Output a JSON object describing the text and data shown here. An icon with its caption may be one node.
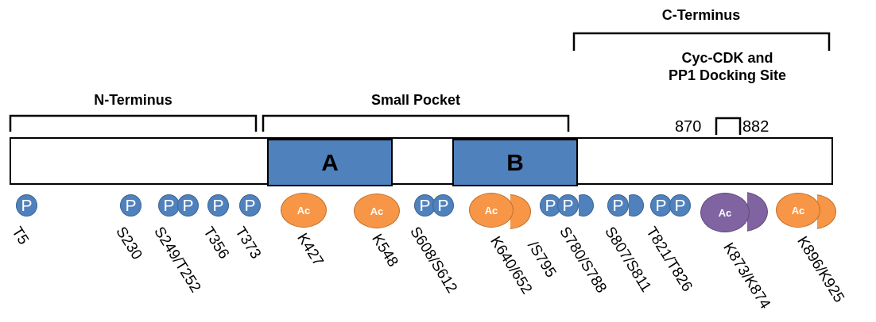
{
  "diagram": {
    "nodes": [
      {
        "text": [],
        "shape": "bar"
      },
      {
        "text": [
          "A"
        ],
        "in": 0
      },
      {
        "text": [
          "B"
        ],
        "in": 0
      },
      {
        "text": [
          "P"
        ],
        "beside": [
          "T5"
        ]
      },
      {
        "text": [
          "P"
        ],
        "beside": [
          "S230"
        ]
      },
      {
        "text": [
          "P"
        ],
        "beside": [
          "S249/T252"
        ]
      },
      {
        "text": [
          "P"
        ]
      },
      {
        "text": [
          "P"
        ],
        "beside": [
          "T356"
        ]
      },
      {
        "text": [
          "P"
        ],
        "beside": [
          "T373"
        ]
      },
      {
        "text": [
          "Ac"
        ],
        "beside": [
          "K427"
        ]
      },
      {
        "text": [
          "Ac"
        ],
        "beside": [
          "K548"
        ]
      },
      {
        "text": [
          "P"
        ],
        "beside": [
          "S608/S612"
        ]
      },
      {
        "text": [
          "P"
        ]
      },
      {
        "text": [
          "Ac"
        ],
        "beside": [
          "K640/652"
        ]
      },
      {
        "text": [],
        "shape": "circle"
      },
      {
        "text": [
          "P"
        ]
      },
      {
        "text": [
          "P"
        ],
        "beside": [
          "S780/S788"
        ]
      },
      {
        "text": [],
        "shape": "circle"
      },
      {
        "text": [
          "P"
        ],
        "beside": [
          "S807/S811"
        ]
      },
      {
        "text": [],
        "shape": "circle"
      },
      {
        "text": [
          "P"
        ],
        "beside": [
          "T821/T826"
        ]
      },
      {
        "text": [
          "P"
        ]
      },
      {
        "text": [
          "Ac"
        ],
        "beside": [
          "K873/K874"
        ]
      },
      {
        "text": [],
        "shape": "circle"
      },
      {
        "text": [
          "Ac"
        ],
        "beside": [
          "K896/K925"
        ]
      },
      {
        "text": [],
        "shape": "circle"
      }
    ],
    "labels": [
      "C-Terminus",
      "Cyc-CDK and PP1 Docking Site",
      "N-Terminus",
      "Small Pocket",
      "870",
      "882",
      "/S795"
    ]
  }
}
